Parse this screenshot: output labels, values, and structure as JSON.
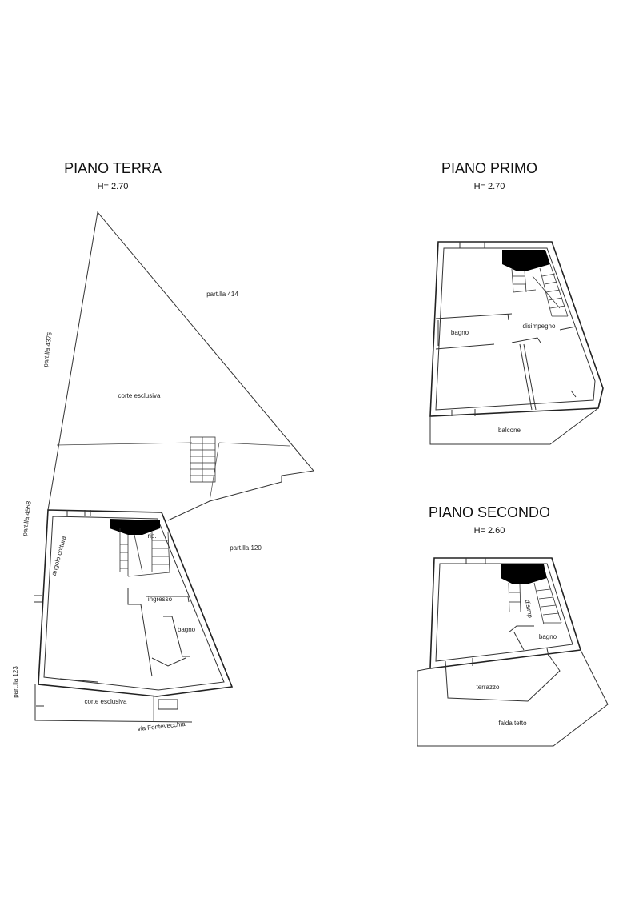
{
  "piano_terra": {
    "title": "PIANO TERRA",
    "height": "H= 2.70",
    "labels": {
      "partlla_414": "part.lla 414",
      "partlla_4376": "part.lla 4376",
      "corte_esclusiva_top": "corte esclusiva",
      "partlla_4558": "part.lla 4558",
      "rip": "rip.",
      "partlla_120": "part.lla 120",
      "angolo_cottura": "angolo cottura",
      "ingresso": "ingresso",
      "bagno": "bagno",
      "partlla_123": "part.lla 123",
      "corte_esclusiva_bottom": "corte esclusiva",
      "via": "via Fontevecchia"
    }
  },
  "piano_primo": {
    "title": "PIANO PRIMO",
    "height": "H= 2.70",
    "labels": {
      "bagno": "bagno",
      "disimpegno": "disimpegno",
      "balcone": "balcone"
    }
  },
  "piano_secondo": {
    "title": "PIANO SECONDO",
    "height": "H= 2.60",
    "labels": {
      "disimp": "disimp.",
      "bagno": "bagno",
      "terrazzo": "terrazzo",
      "falda_tetto": "falda tetto"
    }
  }
}
